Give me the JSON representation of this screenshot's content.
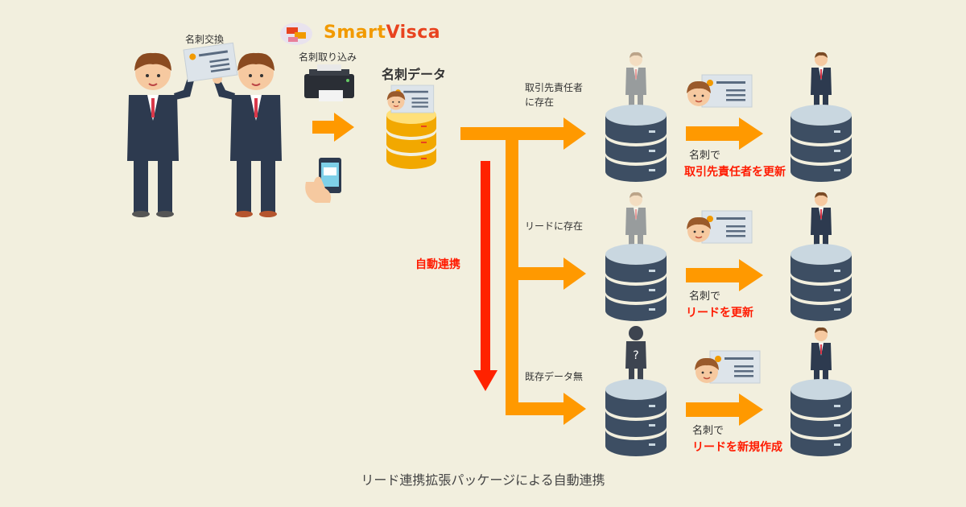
{
  "logo": {
    "brand_orange": "Smart",
    "brand_red": "Visca"
  },
  "labels": {
    "card_exchange": "名刺交換",
    "card_import": "名刺取り込み",
    "card_data": "名刺データ",
    "auto_sync": "自動連携",
    "caption": "リード連携拡張パッケージによる自動連携"
  },
  "branches": [
    {
      "condition_line1": "取引先責任者",
      "condition_line2": "に存在",
      "result_prefix": "名刺で",
      "result_action": "取引先責任者を更新"
    },
    {
      "condition_line1": "リードに存在",
      "condition_line2": "",
      "result_prefix": "名刺で",
      "result_action": "リードを更新"
    },
    {
      "condition_line1": "既存データ無",
      "condition_line2": "",
      "result_prefix": "名刺で",
      "result_action": "リードを新規作成"
    }
  ],
  "colors": {
    "background": "#f2efde",
    "arrow_orange": "#ff9900",
    "arrow_red": "#ff2200",
    "db_blue": "#3d4e63",
    "db_light": "#c9d7e0",
    "suit": "#2d3a4f",
    "accent_red": "#ff1a00"
  }
}
